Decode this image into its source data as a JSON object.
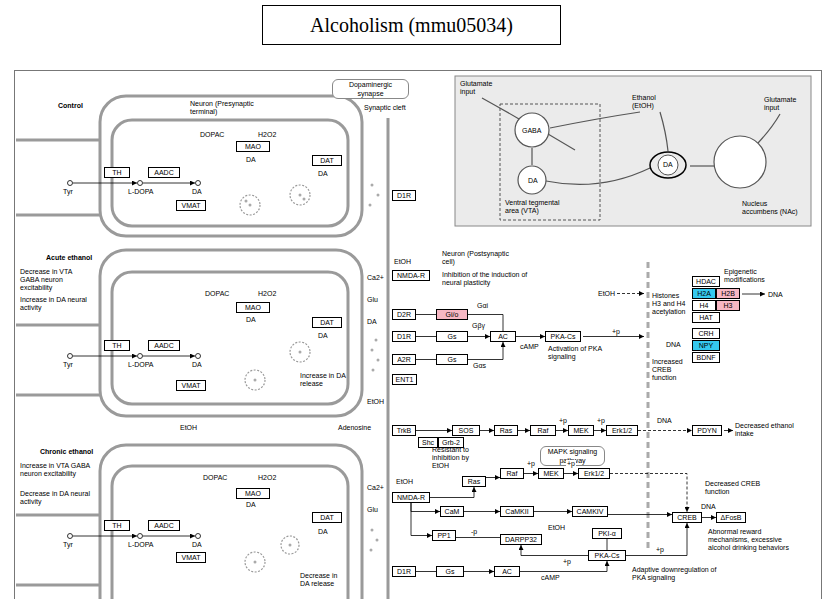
{
  "diagram": {
    "title": "Alcoholism (mmu05034)",
    "nodes": [
      {
        "text": [
          "Dopaminergic synapse"
        ]
      },
      {
        "text": [
          "MAO"
        ]
      },
      {
        "text": [
          "TH"
        ]
      },
      {
        "text": [
          "AADC"
        ]
      },
      {
        "text": [
          "VMAT"
        ]
      },
      {
        "text": [
          "DAT"
        ]
      },
      {
        "text": [
          "D1R"
        ]
      },
      {
        "text": [
          "NMDA-R"
        ]
      },
      {
        "text": [
          "MAO"
        ]
      },
      {
        "text": [
          "DAT"
        ]
      },
      {
        "text": [
          "TH"
        ]
      },
      {
        "text": [
          "AADC"
        ]
      },
      {
        "text": [
          "VMAT"
        ]
      },
      {
        "text": [
          "D2R"
        ]
      },
      {
        "text": [
          "D1R"
        ]
      },
      {
        "text": [
          "A2R"
        ]
      },
      {
        "text": [
          "ENT1"
        ]
      },
      {
        "text": [
          "Gi/o"
        ]
      },
      {
        "text": [
          "Gs"
        ]
      },
      {
        "text": [
          "Gs"
        ]
      },
      {
        "text": [
          "AC"
        ]
      },
      {
        "text": [
          "PKA-Cs"
        ]
      },
      {
        "text": [
          "HDAC"
        ]
      },
      {
        "text": [
          "H2A"
        ]
      },
      {
        "text": [
          "H2B"
        ]
      },
      {
        "text": [
          "H4"
        ]
      },
      {
        "text": [
          "H3"
        ]
      },
      {
        "text": [
          "HAT"
        ]
      },
      {
        "text": [
          "CRH"
        ]
      },
      {
        "text": [
          "NPY"
        ]
      },
      {
        "text": [
          "BDNF"
        ]
      },
      {
        "text": [
          "TrkB"
        ]
      },
      {
        "text": [
          "Shc"
        ]
      },
      {
        "text": [
          "Grb-2"
        ]
      },
      {
        "text": [
          "SOS"
        ]
      },
      {
        "text": [
          "Ras"
        ]
      },
      {
        "text": [
          "Raf"
        ]
      },
      {
        "text": [
          "MEK"
        ]
      },
      {
        "text": [
          "Erk1/2"
        ]
      },
      {
        "text": [
          "PDYN"
        ]
      },
      {
        "text": [
          "MAPK signaling pathway"
        ]
      },
      {
        "text": [
          "MAO"
        ]
      },
      {
        "text": [
          "DAT"
        ]
      },
      {
        "text": [
          "TH"
        ]
      },
      {
        "text": [
          "AADC"
        ]
      },
      {
        "text": [
          "VMAT"
        ]
      },
      {
        "text": [
          "NMDA-R"
        ]
      },
      {
        "text": [
          "Raf"
        ]
      },
      {
        "text": [
          "MEK"
        ]
      },
      {
        "text": [
          "Erk1/2"
        ]
      },
      {
        "text": [
          "Ras"
        ]
      },
      {
        "text": [
          "CaM"
        ]
      },
      {
        "text": [
          "CaMKII"
        ]
      },
      {
        "text": [
          "CAMKIV"
        ]
      },
      {
        "text": [
          "PP1"
        ]
      },
      {
        "text": [
          "DARPP32"
        ]
      },
      {
        "text": [
          "PKI-α"
        ]
      },
      {
        "text": [
          "D1R"
        ]
      },
      {
        "text": [
          "Gs"
        ]
      },
      {
        "text": [
          "AC"
        ]
      },
      {
        "text": [
          "PKA-Cs"
        ]
      },
      {
        "text": [
          "CREB"
        ]
      },
      {
        "text": [
          "ΔFosB"
        ]
      }
    ],
    "edges": [
      {
        "from": 13,
        "to": 17,
        "arrow": "none"
      },
      {
        "from": 14,
        "to": 18,
        "arrow": "none"
      },
      {
        "from": 15,
        "to": 19,
        "arrow": "none"
      },
      {
        "from": 17,
        "to": 20,
        "arrow": "none",
        "label": "Gαi"
      },
      {
        "from": 18,
        "to": 20,
        "arrow": "to"
      },
      {
        "from": 19,
        "to": 20,
        "arrow": "to",
        "label": "Gαs"
      },
      {
        "from": 20,
        "to": 21,
        "arrow": "to",
        "label": "cAMP"
      },
      {
        "from": 31,
        "to": 34,
        "arrow": "to"
      },
      {
        "from": 34,
        "to": 35,
        "arrow": "to"
      },
      {
        "from": 35,
        "to": 36,
        "arrow": "to"
      },
      {
        "from": 36,
        "to": 37,
        "arrow": "to",
        "label": "+p"
      },
      {
        "from": 37,
        "to": 38,
        "arrow": "to",
        "label": "+p"
      },
      {
        "from": 38,
        "to": 39,
        "arrow": "to",
        "label": "DNA"
      },
      {
        "from": 46,
        "to": 50,
        "arrow": "to"
      },
      {
        "from": 50,
        "to": 47,
        "arrow": "to"
      },
      {
        "from": 47,
        "to": 48,
        "arrow": "to",
        "label": "+p"
      },
      {
        "from": 48,
        "to": 49,
        "arrow": "to",
        "label": "+p"
      },
      {
        "from": 46,
        "to": 51,
        "arrow": "to"
      },
      {
        "from": 51,
        "to": 52,
        "arrow": "to"
      },
      {
        "from": 52,
        "to": 53,
        "arrow": "to"
      },
      {
        "from": 46,
        "to": 54,
        "arrow": "to"
      },
      {
        "from": 54,
        "to": 55,
        "arrow": "none",
        "label": "-p"
      },
      {
        "from": 57,
        "to": 58,
        "arrow": "none"
      },
      {
        "from": 58,
        "to": 59,
        "arrow": "to"
      },
      {
        "from": 59,
        "to": 60,
        "arrow": "to",
        "label": "cAMP"
      },
      {
        "from": 60,
        "to": 55,
        "arrow": "to",
        "label": "+p"
      },
      {
        "from": 56,
        "to": 60,
        "arrow": "none"
      },
      {
        "from": 60,
        "to": 61,
        "arrow": "to",
        "label": "+p"
      },
      {
        "from": 53,
        "to": 61,
        "arrow": "to"
      },
      {
        "from": 49,
        "to": 61,
        "arrow": "to"
      },
      {
        "from": 61,
        "to": 62,
        "arrow": "to",
        "label": "DNA"
      }
    ],
    "labels": [
      "Control",
      "Neuron (Presynaptic terminal)",
      "Synaptic cleft",
      "DOPAC",
      "H2O2",
      "DA",
      "DA",
      "Tyr",
      "L-DOPA",
      "DA",
      "Glutamate input",
      "GABA",
      "Ethanol (EtOH)",
      "Glutamate input",
      "DA",
      "DA",
      "Ventral tegmental area (VTA)",
      "Nucleus accumbens (NAc)",
      "Acute ethanol",
      "Decrease in VTA GABA neuron excitability",
      "Increase in DA neural activity",
      "DOPAC",
      "H2O2",
      "DA",
      "EtOH",
      "Ca2+",
      "Neuron (Postsynaptic cell)",
      "Inhibition of the induction of neural plasticity",
      "Glu",
      "DA",
      "DA",
      "Gβγ",
      "Activation of PKA signaling",
      "+p",
      "Tyr",
      "L-DOPA",
      "DA",
      "Increase in DA release",
      "EtOH",
      "Adenosine",
      "EtOH",
      "EtOH",
      "Epigenetic modifications",
      "Histones H3 and H4 acetylation",
      "DNA",
      "DNA",
      "Increased CREB function",
      "Decreased ethanol intake",
      "Chronic ethanol",
      "Increase in VTA GABA neuron excitability",
      "Decrease in DA neural activity",
      "DOPAC",
      "H2O2",
      "DA",
      "EtOH",
      "Resistant to inhibition by EtOH",
      "Ca2+",
      "Glu",
      "DA",
      "Tyr",
      "L-DOPA",
      "DA",
      "EtOH",
      "Decrease in DA release",
      "Adaptive downregulation of PKA signaling",
      "Decreased CREB function",
      "Abnormal reward mechanisms, excessive alcohol drinking behaviors"
    ]
  }
}
